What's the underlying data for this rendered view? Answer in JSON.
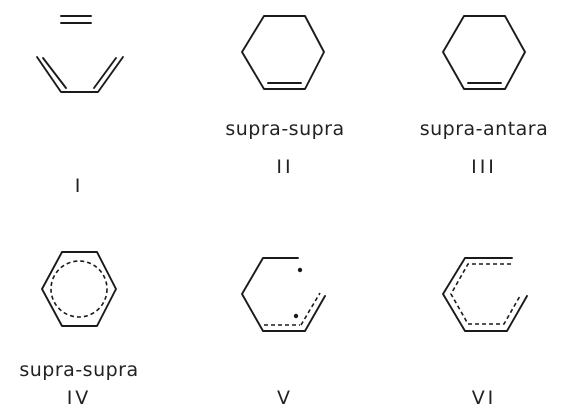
{
  "figure": {
    "panels": [
      {
        "id": "I",
        "numeral": "I",
        "mode": ""
      },
      {
        "id": "II",
        "numeral": "II",
        "mode": "supra-supra"
      },
      {
        "id": "III",
        "numeral": "III",
        "mode": "supra-antara"
      },
      {
        "id": "IV",
        "numeral": "IV",
        "mode": "supra-supra"
      },
      {
        "id": "V",
        "numeral": "V",
        "mode": ""
      },
      {
        "id": "VI",
        "numeral": "VI",
        "mode": ""
      }
    ]
  }
}
